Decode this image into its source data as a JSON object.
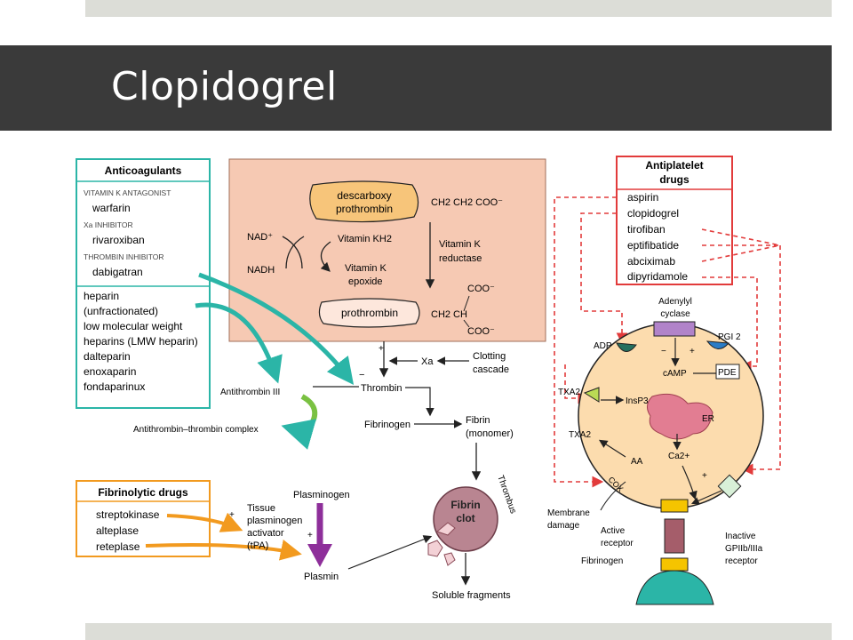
{
  "slide": {
    "title": "Clopidogrel"
  },
  "anticoagulants": {
    "header": "Anticoagulants",
    "vka_label": "VITAMIN K ANTAGONIST",
    "vka_drug": "warfarin",
    "xa_label": "Xa INHIBITOR",
    "xa_drug": "rivaroxiban",
    "thrombin_label": "THROMBIN INHIBITOR",
    "thrombin_drug": "dabigatran",
    "others": [
      "heparin",
      "(unfractionated)",
      "low molecular weight",
      "heparins (LMW heparin)",
      "dalteparin",
      "enoxaparin",
      "fondaparinux"
    ]
  },
  "vitamin_k_cycle": {
    "descarboxy": [
      "descarboxy",
      "prothrombin"
    ],
    "ch2_top": "CH2 CH2 COO⁻",
    "nad": "NAD⁺",
    "nadh": "NADH",
    "vit_kh2": "Vitamin KH2",
    "vit_k_reductase": [
      "Vitamin K",
      "reductase"
    ],
    "vit_k_epoxide": [
      "Vitamin K",
      "epoxide"
    ],
    "coo_top": "COO⁻",
    "prothrombin": "prothrombin",
    "ch2_ch": "CH2 CH",
    "coo_bottom": "COO⁻"
  },
  "coagulation": {
    "plus": "+",
    "xa": "Xa",
    "clotting": [
      "Clotting",
      "cascade"
    ],
    "minus": "−",
    "antithrombin": "Antithrombin III",
    "thrombin": "Thrombin",
    "fibrinogen": "Fibrinogen",
    "fibrin_monomer": [
      "Fibrin",
      "(monomer)"
    ],
    "complex": "Antithrombin–thrombin complex",
    "fibrin_clot": [
      "Fibrin",
      "clot"
    ],
    "thrombus": "Thrombus",
    "soluble": "Soluble fragments"
  },
  "fibrinolytic": {
    "header": "Fibrinolytic drugs",
    "drugs": [
      "streptokinase",
      "alteplase",
      "reteplase"
    ],
    "plasminogen": "Plasminogen",
    "tpa": [
      "Tissue",
      "plasminogen",
      "activator",
      "(tPA)"
    ],
    "plasmin": "Plasmin",
    "plus": "+"
  },
  "antiplatelet": {
    "header": [
      "Antiplatelet",
      "drugs"
    ],
    "drugs": [
      "aspirin",
      "clopidogrel",
      "tirofiban",
      "eptifibatide",
      "abciximab",
      "dipyridamole"
    ]
  },
  "platelet": {
    "adenylyl": [
      "Adenylyl",
      "cyclase"
    ],
    "adp": "ADP",
    "pgi2": "PGI 2",
    "camp": "cAMP",
    "pde": "PDE",
    "txa2_top": "TXA2",
    "insp3": "InsP3",
    "er": "ER",
    "txa2_mid": "TXA2",
    "ca": "Ca2+",
    "aa": "AA",
    "cox": "COX",
    "membrane": [
      "Membrane",
      "damage"
    ],
    "active": [
      "Active",
      "receptor"
    ],
    "fibrinogen": "Fibrinogen",
    "inactive": [
      "Inactive",
      "GPIIb/IIIa",
      "receptor"
    ],
    "plus": "+",
    "minus": "−"
  },
  "colors": {
    "teal": "#2bb5a7",
    "orange": "#f29a1f",
    "purple": "#8e2f9a",
    "red": "#e23b3b",
    "peach": "#f6c9b3",
    "cream": "#f7dcb0"
  }
}
